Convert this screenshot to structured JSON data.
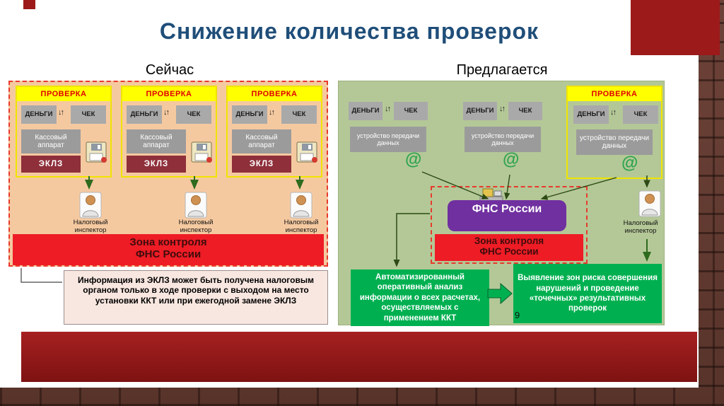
{
  "slide": {
    "title": "Снижение количества проверок",
    "left_header": "Сейчас",
    "right_header": "Предлагается",
    "page_number": "9"
  },
  "labels": {
    "proverka": "ПРОВЕРКА",
    "money": "ДЕНЬГИ",
    "check": "ЧЕК",
    "cash_register": "Кассовый аппарат",
    "eklz": "ЭКЛЗ",
    "transfer_device": "устройство передачи данных",
    "at_sign": "@",
    "inspector": "Налоговый инспектор",
    "zone_line1": "Зона контроля",
    "zone_line2": "ФНС России",
    "fns_line1": "ФНС",
    "fns_line2": "России"
  },
  "left": {
    "note": "Информация из ЭКЛЗ может быть получена налоговым органом только в ходе проверки с выходом на место установки ККТ или при ежегодной замене ЭКЛЗ"
  },
  "right": {
    "analysis": "Автоматизированный оперативный анализ информации о всех расчетах, осуществляемых с применением ККТ",
    "detection": "Выявление зон риска совершения нарушений и проведение «точечных» результативных проверок"
  },
  "icons": {
    "exchange": "↓↑"
  },
  "colors": {
    "accent_red": "#9c1a1a",
    "banner_red": "#ee1c25",
    "panel_peach": "#f5c9a0",
    "panel_green": "#b4c897",
    "box_green": "#00b050",
    "fns_purple": "#7030a0",
    "highlight_yellow": "#ffff00",
    "title_blue": "#1f4e79",
    "eklz_maroon": "#8e2f3a"
  }
}
